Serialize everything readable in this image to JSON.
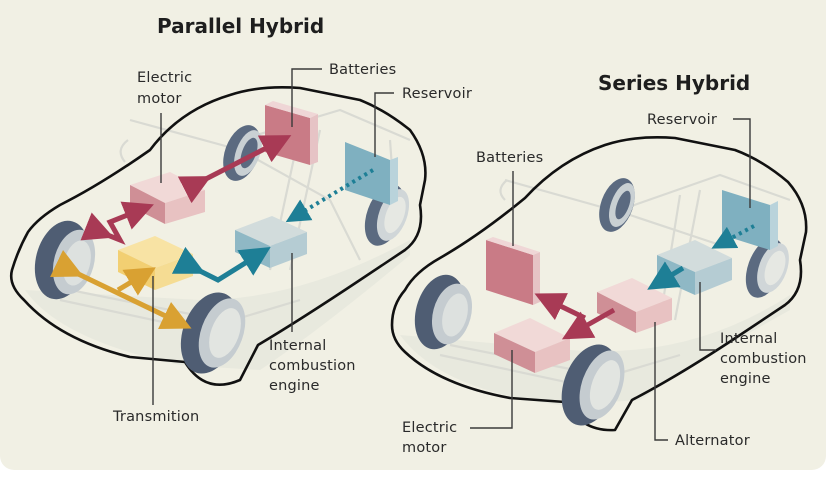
{
  "diagrams": [
    {
      "title": "Parallel Hybrid",
      "labels": {
        "electric_motor_1": "Electric",
        "electric_motor_2": "motor",
        "batteries": "Batteries",
        "reservoir": "Reservoir",
        "engine_1": "Internal",
        "engine_2": "combustion",
        "engine_3": "engine",
        "transmission": "Transmition"
      }
    },
    {
      "title": "Series Hybrid",
      "labels": {
        "reservoir": "Reservoir",
        "batteries": "Batteries",
        "engine_1": "Internal",
        "engine_2": "combustion",
        "engine_3": "engine",
        "electric_motor_1": "Electric",
        "electric_motor_2": "motor",
        "alternator": "Alternator"
      }
    }
  ],
  "colors": {
    "background": "#f1f0e4",
    "electric": "#c97b86",
    "electric_arrow": "#a83a55",
    "fuel": "#7fb0c0",
    "fuel_arrow": "#1e7f96",
    "transmission": "#f2cf72",
    "transmission_arrow": "#d9a132",
    "tire": "#5b6a80"
  }
}
